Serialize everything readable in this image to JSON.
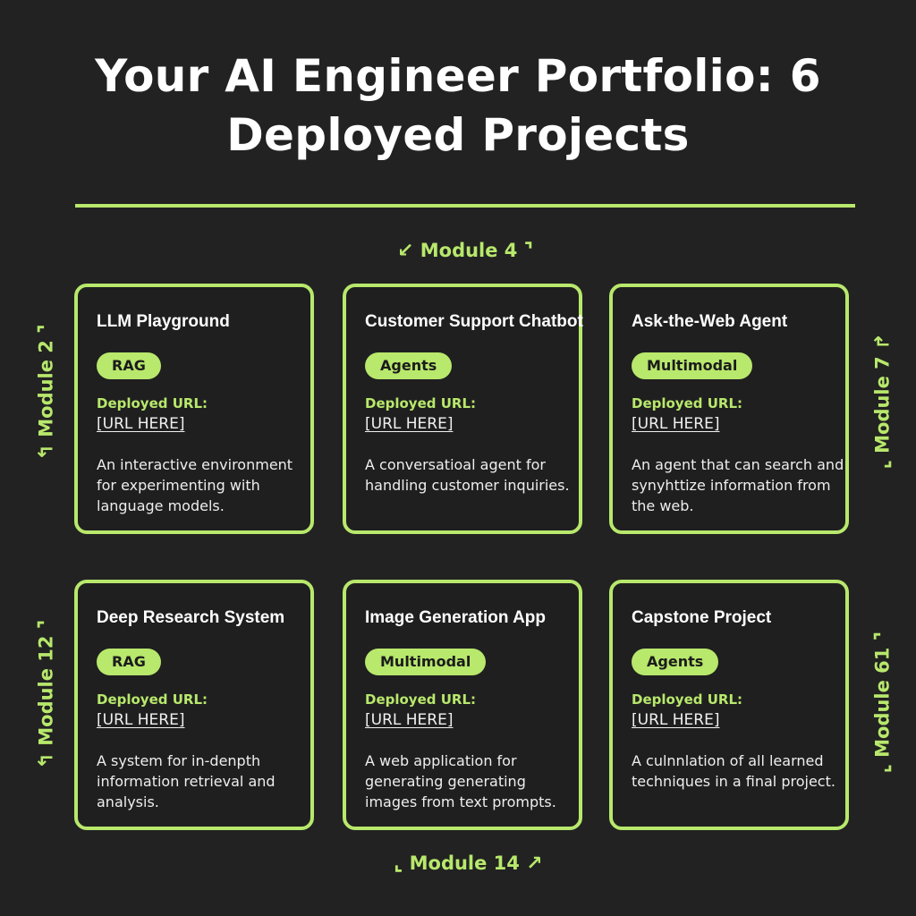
{
  "title_line1": "Your AI Engineer Portfolio: 6",
  "title_line2": "Deployed Projects",
  "accent_color": "#b8e86c",
  "url_label": "Deployed URL:",
  "projects": [
    {
      "name": "LLM Playground",
      "tag": "RAG",
      "url": "[URL HERE]",
      "description": "An interactive environment for experimenting with language models."
    },
    {
      "name": "Customer Support Chatbot",
      "tag": "Agents",
      "url": "[URL HERE]",
      "description": "A conversatioal agent for handling customer inquiries."
    },
    {
      "name": "Ask-the-Web Agent",
      "tag": "Multimodal",
      "url": "[URL HERE]",
      "description": "An agent that can search and synyhttize information from the web."
    },
    {
      "name": "Deep Research System",
      "tag": "RAG",
      "url": "[URL HERE]",
      "description": "A system for in-denpth information retrieval and analysis."
    },
    {
      "name": "Image Generation App",
      "tag": "Multimodal",
      "url": "[URL HERE]",
      "description": "A web application for generating generating images from text prompts."
    },
    {
      "name": "Capstone Project",
      "tag": "Agents",
      "url": "[URL HERE]",
      "description": "A culnnlation of all learned techniques in a final project."
    }
  ],
  "modules": {
    "top": "Module 4",
    "left_top": "Module 2",
    "right_top": "Module 7",
    "left_bottom": "Module 12",
    "right_bottom": "Module 61",
    "bottom": "Module 14"
  }
}
